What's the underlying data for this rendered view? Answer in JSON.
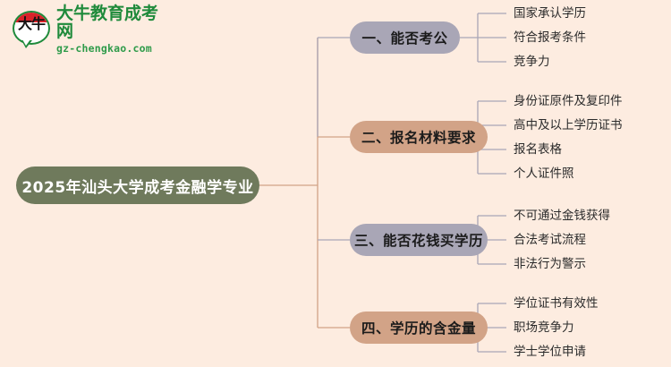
{
  "logo": {
    "mark_text": "大牛",
    "title": "大牛教育成考网",
    "url": "gz-chengkao.com",
    "brand_green": "#1f8a3b",
    "brand_red": "#d8232a"
  },
  "mindmap": {
    "root": {
      "label": "2025年汕头大学成考金融学专业",
      "color": "#6f7a5c",
      "text_color": "#ffffff"
    },
    "background_color": "#fdece0",
    "branches": [
      {
        "label": "一、能否考公",
        "color": "#a9a6b6",
        "wire_color": "#a9a6b6",
        "leaves": [
          "国家承认学历",
          "符合报考条件",
          "竞争力"
        ]
      },
      {
        "label": "二、报名材料要求",
        "color": "#d2a387",
        "wire_color": "#d2a387",
        "leaves": [
          "身份证原件及复印件",
          "高中及以上学历证书",
          "报名表格",
          "个人证件照"
        ]
      },
      {
        "label": "三、能否花钱买学历",
        "color": "#a9a6b6",
        "wire_color": "#a9a6b6",
        "leaves": [
          "不可通过金钱获得",
          "合法考试流程",
          "非法行为警示"
        ]
      },
      {
        "label": "四、学历的含金量",
        "color": "#d2a387",
        "wire_color": "#d2a387",
        "leaves": [
          "学位证书有效性",
          "职场竞争力",
          "学士学位申请"
        ]
      }
    ]
  }
}
